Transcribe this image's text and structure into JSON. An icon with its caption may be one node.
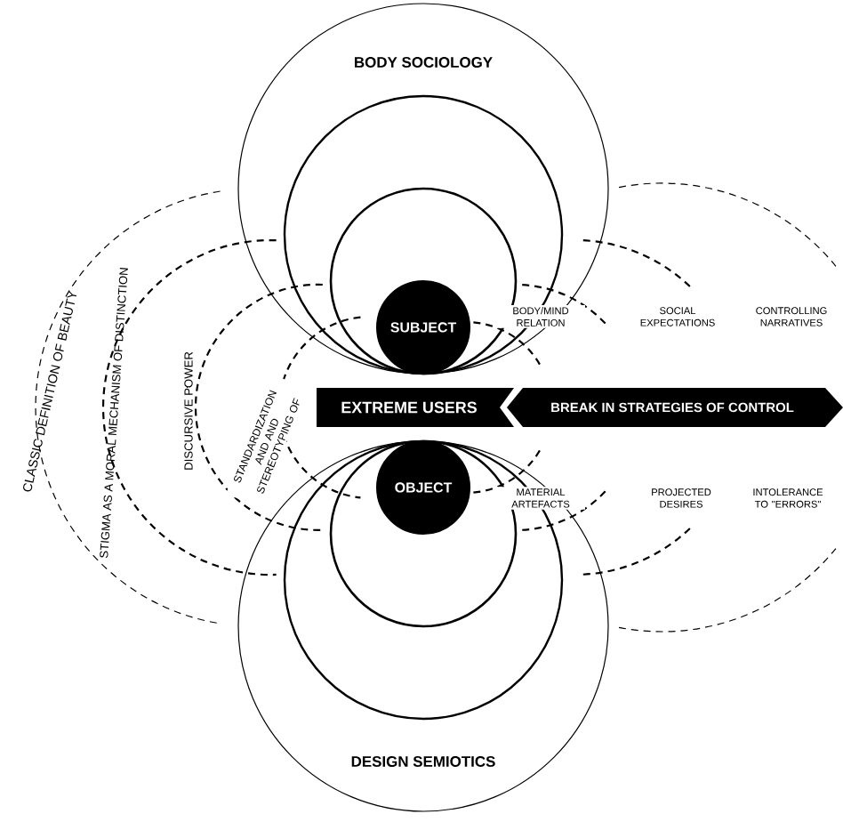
{
  "diagram": {
    "nodes": [
      {
        "text": [
          "BODY SOCIOLOGY"
        ]
      },
      {
        "text": [],
        "shape": "circle",
        "in": 0
      },
      {
        "text": [],
        "shape": "circle",
        "in": 1
      },
      {
        "text": [
          "SUBJECT"
        ],
        "in": 2
      },
      {
        "text": [
          "EXTREME USERS"
        ]
      },
      {
        "text": [
          "BREAK IN STRATEGIES OF CONTROL"
        ]
      },
      {
        "text": [
          "DESIGN SEMIOTICS"
        ]
      },
      {
        "text": [],
        "shape": "circle",
        "in": 6
      },
      {
        "text": [],
        "shape": "circle",
        "in": 7
      },
      {
        "text": [
          "OBJECT"
        ],
        "in": 8
      }
    ],
    "edges": [],
    "labels": [
      "CLASSIC DEFINITION OF BEAUTY",
      "STIGMA AS A MORAL MECHANISM OF DISTINCTION",
      "DISCURSIVE POWER",
      "STANDARDIZATION AND AND STEREOTYPING OF",
      "BODY/MIND RELATION",
      "SOCIAL EXPECTATIONS",
      "CONTROLLING NARRATIVES",
      "MATERIAL ARTEFACTS",
      "PROJECTED DESIRES",
      "INTOLERANCE TO \"ERRORS\""
    ]
  }
}
